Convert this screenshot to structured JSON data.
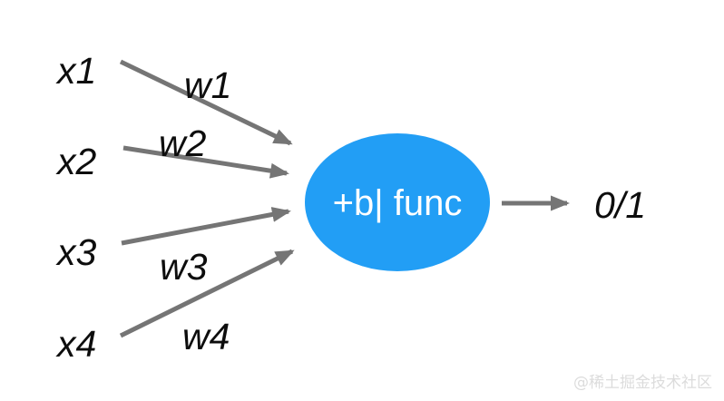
{
  "figure": {
    "type": "neural-network-neuron-diagram",
    "background_color": "#ffffff",
    "arrow_color": "#757575",
    "text_color": "#0d0d0d",
    "neuron_color": "#229ef5",
    "neuron_text_color": "#ffffff"
  },
  "inputs": [
    {
      "label": "x1",
      "weight": "w1"
    },
    {
      "label": "x2",
      "weight": "w2"
    },
    {
      "label": "x3",
      "weight": "w3"
    },
    {
      "label": "x4",
      "weight": "w4"
    }
  ],
  "neuron": {
    "text": "+b| func"
  },
  "output": {
    "label": "0/1"
  },
  "watermark": {
    "text": "@稀土掘金技术社区"
  }
}
